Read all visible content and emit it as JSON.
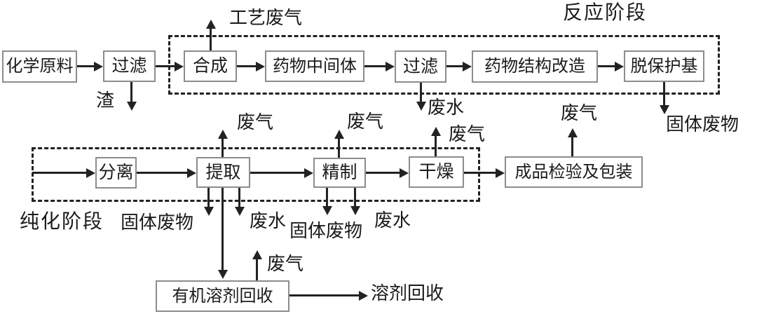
{
  "diagram": {
    "title_implicit": "",
    "stages": {
      "reaction": {
        "label": "反应阶段"
      },
      "purification": {
        "label": "纯化阶段"
      }
    },
    "nodes": {
      "raw_material": "化学原料",
      "filter1": "过滤",
      "synthesis": "合成",
      "drug_intermediate": "药物中间体",
      "filter2": "过滤",
      "structure_modification": "药物结构改造",
      "deprotection": "脱保护基",
      "separation": "分离",
      "extraction": "提取",
      "refining": "精制",
      "drying": "干燥",
      "inspection_packaging": "成品检验及包装",
      "organic_solvent_recovery": "有机溶剂回收"
    },
    "outputs": {
      "process_waste_gas": "工艺废气",
      "slag": "渣",
      "wastewater": "废水",
      "waste_gas": "废气",
      "solid_waste": "固体废物",
      "solvent_recovered": "溶剂回收"
    },
    "edges": [
      {
        "from": "化学原料",
        "to": "过滤"
      },
      {
        "from": "过滤",
        "to": "合成"
      },
      {
        "from": "合成",
        "to": "药物中间体"
      },
      {
        "from": "药物中间体",
        "to": "过滤"
      },
      {
        "from": "过滤",
        "to": "药物结构改造"
      },
      {
        "from": "药物结构改造",
        "to": "脱保护基"
      },
      {
        "from": "合成",
        "to": "工艺废气",
        "direction": "up"
      },
      {
        "from": "过滤",
        "to": "渣",
        "direction": "down"
      },
      {
        "from": "过滤",
        "to": "废水",
        "direction": "down"
      },
      {
        "from": "脱保护基",
        "to": "固体废物",
        "direction": "down"
      },
      {
        "from": "纯化阶段入口",
        "to": "分离"
      },
      {
        "from": "分离",
        "to": "提取"
      },
      {
        "from": "提取",
        "to": "精制"
      },
      {
        "from": "精制",
        "to": "干燥"
      },
      {
        "from": "干燥",
        "to": "成品检验及包装"
      },
      {
        "from": "提取",
        "to": "废气",
        "direction": "up"
      },
      {
        "from": "精制",
        "to": "废气",
        "direction": "up"
      },
      {
        "from": "干燥",
        "to": "废气",
        "direction": "up"
      },
      {
        "from": "成品检验及包装",
        "to": "废气",
        "direction": "up"
      },
      {
        "from": "提取",
        "to": "固体废物",
        "direction": "down"
      },
      {
        "from": "提取",
        "to": "废水",
        "direction": "down"
      },
      {
        "from": "提取",
        "to": "有机溶剂回收",
        "direction": "down"
      },
      {
        "from": "精制",
        "to": "固体废物",
        "direction": "down"
      },
      {
        "from": "精制",
        "to": "废水",
        "direction": "down"
      },
      {
        "from": "有机溶剂回收",
        "to": "废气",
        "direction": "up"
      },
      {
        "from": "有机溶剂回收",
        "to": "溶剂回收"
      }
    ],
    "colors": {
      "background": "#ffffff",
      "line": "#222222",
      "box_border": "#8c8c8c",
      "text": "#1b1b1b"
    }
  }
}
